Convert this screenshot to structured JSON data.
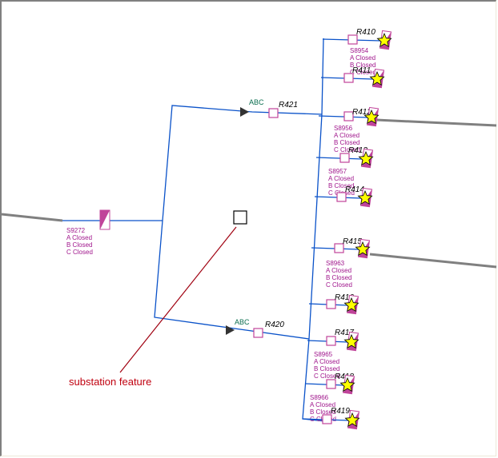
{
  "colors": {
    "feeder": "#0a52c9",
    "grey_line": "#808080",
    "device": "#c0449a",
    "switch_text": "#a0168c",
    "phase_text": "#0b6e4f",
    "annotation": "#c0000f",
    "star": "#ffff00"
  },
  "breaker": {
    "id": "S9272",
    "status": [
      "A Closed",
      "B Closed",
      "C Closed"
    ]
  },
  "upper_branch": {
    "phase": "ABC",
    "recloser": "R421"
  },
  "lower_branch": {
    "phase": "ABC",
    "recloser": "R420"
  },
  "taps": [
    {
      "recloser": "R410",
      "switch": {
        "id": "S8954",
        "status": [
          "A Closed",
          "B Closed",
          "C Closed"
        ]
      }
    },
    {
      "recloser": "R411"
    },
    {
      "recloser": "R412",
      "switch": {
        "id": "S8956",
        "status": [
          "A Closed",
          "B Closed",
          "C Closed"
        ]
      }
    },
    {
      "recloser": "R413",
      "switch": {
        "id": "S8957",
        "status": [
          "A Closed",
          "B Closed",
          "C Closed"
        ]
      }
    },
    {
      "recloser": "R414"
    },
    {
      "recloser": "R415",
      "switch": {
        "id": "S8963",
        "status": [
          "A Closed",
          "B Closed",
          "C Closed"
        ]
      }
    },
    {
      "recloser": "R416"
    },
    {
      "recloser": "R417",
      "switch": {
        "id": "S8965",
        "status": [
          "A Closed",
          "B Closed",
          "C Closed"
        ]
      }
    },
    {
      "recloser": "R418",
      "switch": {
        "id": "S8966",
        "status": [
          "A Closed",
          "B Closed",
          "C Closed"
        ]
      }
    },
    {
      "recloser": "R419"
    }
  ],
  "annotation": {
    "label": "substation feature"
  }
}
